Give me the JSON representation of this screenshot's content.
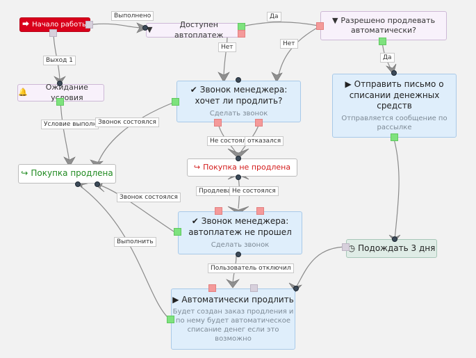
{
  "nodes": {
    "start": {
      "icon": "sign-in-icon",
      "label": "Начало работы"
    },
    "autopay_available": {
      "icon": "filter-icon",
      "label": "Доступен автоплатеж"
    },
    "auto_renew_allowed": {
      "icon": "filter-icon",
      "label": "Разрешено продлевать автоматически?"
    },
    "wait_condition": {
      "icon": "bell-icon",
      "label": "Ожидание условия"
    },
    "manager_call_1": {
      "icon": "check-icon",
      "label": "Звонок менеджера: хочет ли продлить?",
      "sub": "Сделать звонок"
    },
    "send_letter": {
      "icon": "play-icon",
      "label": "Отправить письмо о списании денежных средств",
      "sub": "Отправляется сообщение по рассылке"
    },
    "purchase_renewed": {
      "icon": "sign-out-icon",
      "label": "Покупка продлена"
    },
    "purchase_not_renewed": {
      "icon": "sign-out-icon",
      "label": "Покупка не продлена"
    },
    "manager_call_2": {
      "icon": "check-icon",
      "label": "Звонок менеджера: автоплатеж не прошел",
      "sub": "Сделать звонок"
    },
    "wait_3_days": {
      "icon": "clock-icon",
      "label": "Подождать 3 дня"
    },
    "auto_renew": {
      "icon": "play-icon",
      "label": "Автоматически продлить",
      "sub": "Будет создан заказ продления и по нему будет автоматическое списание денег если это возможно"
    }
  },
  "edge_labels": {
    "done": "Выполнено",
    "yes_1": "Да",
    "no_1": "Нет",
    "no_2": "Нет",
    "yes_2": "Да",
    "exit_1": "Выход 1",
    "condition_done": "Условие выполнено",
    "call_made": "Звонок состоялся",
    "not_made": "Не состоялся",
    "refused": "Отказался",
    "renew": "Продлевать",
    "not_made_2": "Не состоялся",
    "call_made_2": "Звонок состоялся",
    "execute": "Выполнить",
    "user_disabled": "Пользователь отключил"
  },
  "colors": {
    "start": "#d9001b",
    "filter": "#f8f1fb",
    "action": "#dfeefb",
    "wait": "#dfece6",
    "success_text": "#1f8a1f",
    "fail_text": "#d31a1a",
    "port_green": "#7ee27e",
    "port_red": "#f49a9a",
    "port_gray": "#d7d0dc"
  }
}
